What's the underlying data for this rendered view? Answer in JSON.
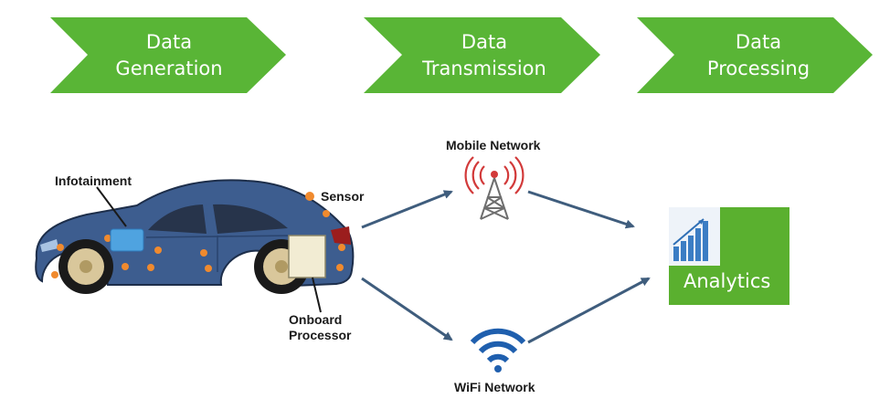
{
  "stages": [
    {
      "line1": "Data",
      "line2": "Generation"
    },
    {
      "line1": "Data",
      "line2": "Transmission"
    },
    {
      "line1": "Data",
      "line2": "Processing"
    }
  ],
  "labels": {
    "infotainment": "Infotainment",
    "sensor": "Sensor",
    "onboard_line1": "Onboard",
    "onboard_line2": "Processor",
    "mobile_network": "Mobile Network",
    "wifi_network": "WiFi Network",
    "analytics": "Analytics"
  },
  "colors": {
    "chevron_green": "#59b536",
    "analytics_green": "#5ab02f",
    "car_blue": "#3d5d8f",
    "arrow": "#3f5d7d",
    "sensor_orange": "#f08a2e",
    "wifi_blue": "#1f5fae",
    "tower_red": "#d23a3a"
  },
  "icons": [
    "car-icon",
    "cell-tower-icon",
    "wifi-icon",
    "bar-chart-icon"
  ]
}
